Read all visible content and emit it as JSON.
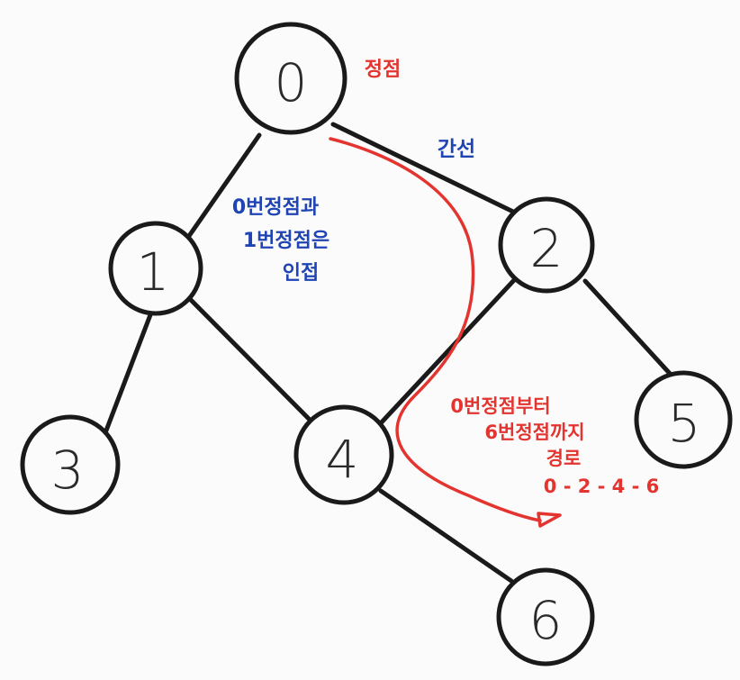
{
  "graph": {
    "nodes": [
      {
        "id": "0",
        "label": "0"
      },
      {
        "id": "1",
        "label": "1"
      },
      {
        "id": "2",
        "label": "2"
      },
      {
        "id": "3",
        "label": "3"
      },
      {
        "id": "4",
        "label": "4"
      },
      {
        "id": "5",
        "label": "5"
      },
      {
        "id": "6",
        "label": "6"
      }
    ],
    "edges": [
      {
        "from": "0",
        "to": "1"
      },
      {
        "from": "0",
        "to": "2"
      },
      {
        "from": "1",
        "to": "3"
      },
      {
        "from": "1",
        "to": "4"
      },
      {
        "from": "2",
        "to": "4"
      },
      {
        "from": "2",
        "to": "5"
      },
      {
        "from": "4",
        "to": "6"
      }
    ]
  },
  "annotations": {
    "vertex_label": "정점",
    "edge_label": "간선",
    "adjacent_line1": "0번정점과",
    "adjacent_line2": "1번정점은",
    "adjacent_line3": "인접",
    "path_line1": "0번정점부터",
    "path_line2": "6번정점까지",
    "path_line3": "경로",
    "path_line4": "0 - 2 - 4 - 6"
  },
  "colors": {
    "red": "#e3342f",
    "blue": "#1f44b3",
    "ink": "#1a1a1a"
  }
}
